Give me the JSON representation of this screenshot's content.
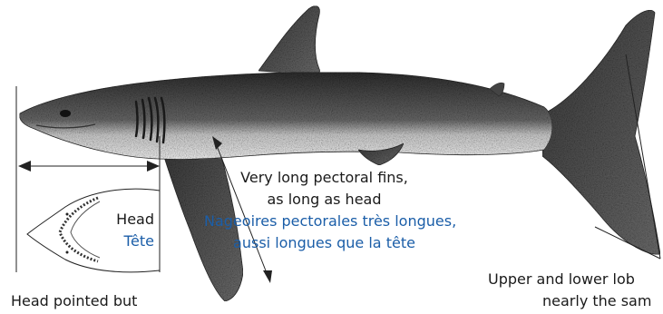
{
  "diagram": {
    "labels": {
      "pectoral_en_line1": "Very long pectoral fins,",
      "pectoral_en_line2": "as long as head",
      "pectoral_fr_line1": "Nageoires pectorales très longues,",
      "pectoral_fr_line2": "aussi longues que la tête",
      "head_en": "Head",
      "head_fr": "Tête",
      "head_shape_en": "Head pointed but",
      "tail_en_line1": "Upper and lower lob",
      "tail_en_line2": "nearly the sam"
    },
    "colors": {
      "english_text": "#1a1a1a",
      "french_text": "#1b5ea8",
      "shark_dark": "#3a3a3a",
      "shark_light": "#f2f2f2",
      "line": "#222222"
    }
  }
}
